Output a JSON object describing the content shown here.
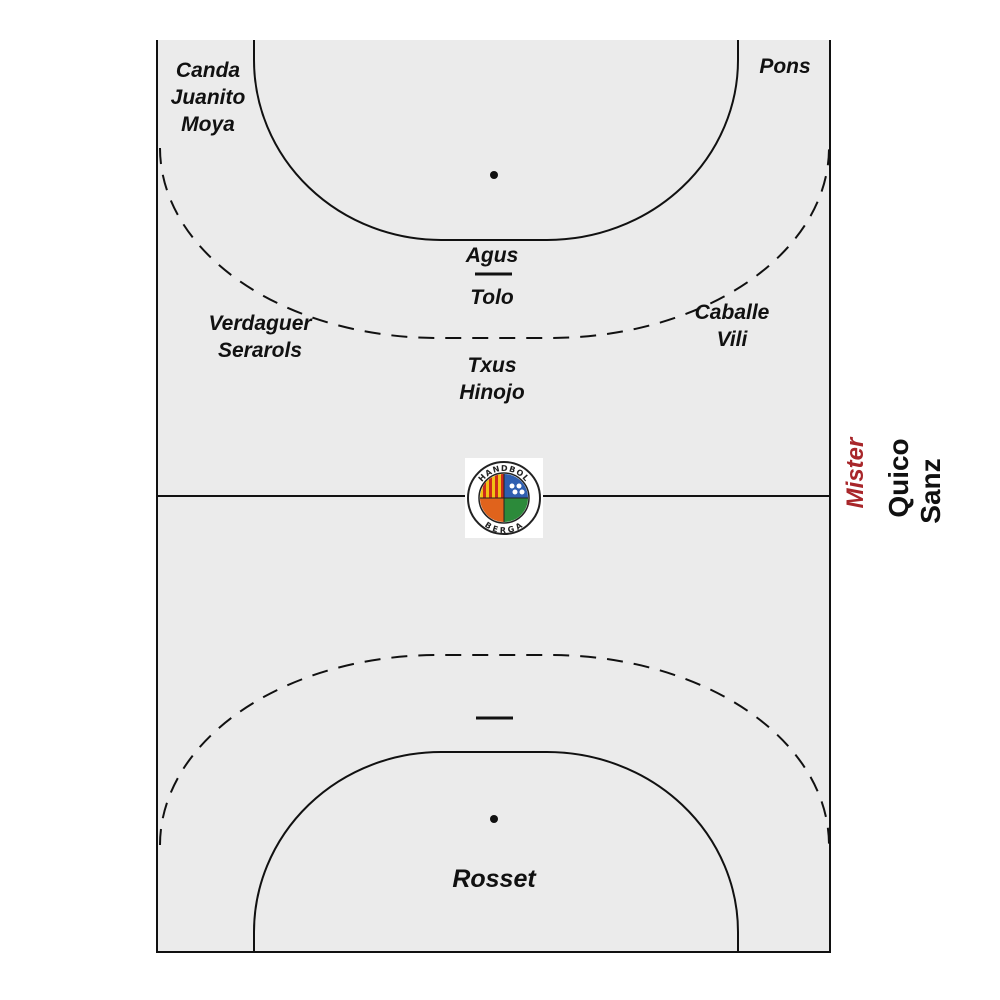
{
  "court": {
    "colors": {
      "floor": "#ebebeb",
      "lines": "#111111"
    }
  },
  "lineup": {
    "top_left_wing": [
      "Canda",
      "Juanito",
      "Moya"
    ],
    "top_right_wing": "Pons",
    "pivot": "Agus",
    "center_back_a": "Tolo",
    "left_back": [
      "Verdaguer",
      "Serarols"
    ],
    "right_back": [
      "Caballe",
      "Vili"
    ],
    "center_back_b": [
      "Txus",
      "Hinojo"
    ],
    "goalkeeper": "Rosset"
  },
  "coach": {
    "label": "Mister",
    "label_color": "#a8262a",
    "name_first": "Quico",
    "name_last": "Sanz"
  },
  "logo": {
    "text_top": "HANDBOL",
    "text_bottom": "BERGA",
    "colors": {
      "ring": "#222222",
      "senyera_yellow": "#f2c014",
      "senyera_red": "#cc2a1c",
      "blue": "#2f5fb0",
      "orange": "#e0631c",
      "green": "#2c8a3a"
    }
  }
}
